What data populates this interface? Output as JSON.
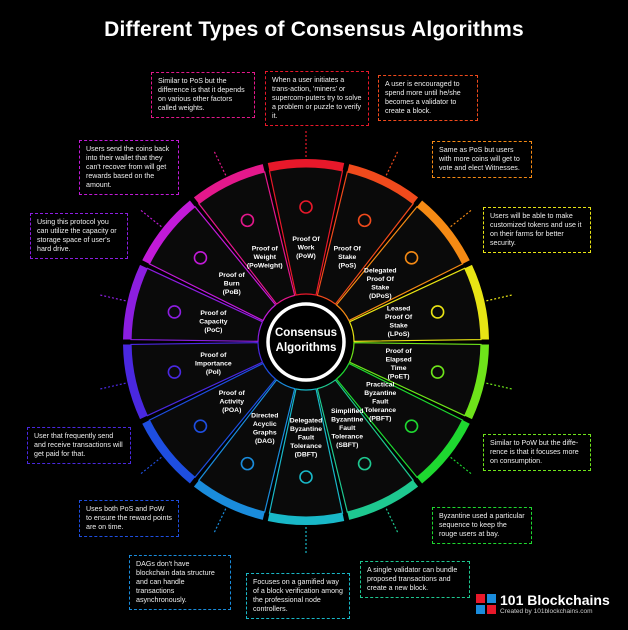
{
  "title": "Different Types of Consensus Algorithms",
  "center": {
    "line1": "Consensus",
    "line2": "Algorithms"
  },
  "segments": [
    {
      "lines": [
        "Proof Of",
        "Work",
        "(PoW)"
      ],
      "color": "#e8182a",
      "icon": "miner-icon"
    },
    {
      "lines": [
        "Proof Of",
        "Stake",
        "(PoS)"
      ],
      "color": "#f04a1c",
      "icon": "stake-icon"
    },
    {
      "lines": [
        "Delegated",
        "Proof Of",
        "Stake",
        "(DPoS)"
      ],
      "color": "#f58a14",
      "icon": "ballot-icon"
    },
    {
      "lines": [
        "Leased",
        "Proof Of",
        "Stake",
        "(LPoS)"
      ],
      "color": "#e8e414",
      "icon": "lease-icon"
    },
    {
      "lines": [
        "Proof of",
        "Elapsed",
        "Time",
        "(PoET)"
      ],
      "color": "#6ee41a",
      "icon": "timer-icon"
    },
    {
      "lines": [
        "Practical",
        "Byzantine",
        "Fault",
        "Tolerance",
        "(PBFT)"
      ],
      "color": "#1ed830",
      "icon": "network-icon"
    },
    {
      "lines": [
        "Simplified",
        "Byzantine",
        "Fault",
        "Tolerance",
        "(SBFT)"
      ],
      "color": "#1ec890",
      "icon": "gear-icon"
    },
    {
      "lines": [
        "Delegated",
        "Byzantine",
        "Fault",
        "Tolerance",
        "(DBFT)"
      ],
      "color": "#19b8c8",
      "icon": "graph-icon"
    },
    {
      "lines": [
        "Directed",
        "Acyclic",
        "Graphs",
        "(DAG)"
      ],
      "color": "#1a8cdc",
      "icon": "dag-icon"
    },
    {
      "lines": [
        "Proof of",
        "Activity",
        "(POA)"
      ],
      "color": "#1e4ee0",
      "icon": "activity-icon"
    },
    {
      "lines": [
        "Proof of",
        "Importance",
        "(PoI)"
      ],
      "color": "#4a28e0",
      "icon": "importance-icon"
    },
    {
      "lines": [
        "Proof of",
        "Capacity",
        "(PoC)"
      ],
      "color": "#8c1ee0",
      "icon": "disk-icon"
    },
    {
      "lines": [
        "Proof of",
        "Burn",
        "(PoB)"
      ],
      "color": "#c21ad8",
      "icon": "fire-icon"
    },
    {
      "lines": [
        "Proof of",
        "Weight",
        "(PoWeight)"
      ],
      "color": "#e4188c",
      "icon": "weight-icon"
    }
  ],
  "notes": {
    "pow": "When a user initiates a trans-action, 'miners' or supercom-puters try to solve a problem or puzzle to verify it.",
    "pos": "A user is encouraged to spend more until he/she becomes a validator to create a block.",
    "dpos": "Same as PoS but users with more coins will get to vote and elect Witnesses.",
    "lpos": "Users will be able to make customized tokens and use it on their farms for better security.",
    "poet": "Similar to PoW but the diffe-rence is that it focuses more on consumption.",
    "pbft": "Byzantine used a particular sequence to keep the rouge users at bay.",
    "sbft": "A single validator can bundle proposed transactions and create a new block.",
    "dbft": "Focuses on a gamified way of a block verification among the professional node controllers.",
    "dag": "DAGs don't have blockchain data structure and can handle transactions asynchronously.",
    "poa": "Uses both PoS and PoW to ensure the reward points are on time.",
    "poi": "User that frequently send and receive transactions will get paid for that.",
    "poc": "Using this protocol you can utilize the capacity or storage space of user's hard drive.",
    "pob": "Users send the coins back into their wallet that they can't recover from will get rewards based on the amount.",
    "poweight": "Similar to PoS but the difference is that it depends on various other factors called weights."
  },
  "brand": {
    "name": "101 Blockchains",
    "credit": "Created by 101blockchains.com"
  }
}
